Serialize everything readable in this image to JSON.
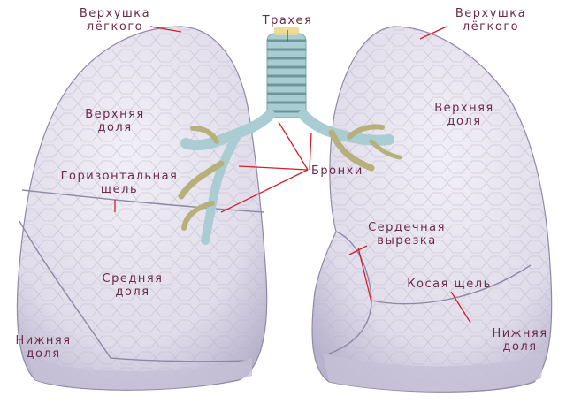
{
  "labels": {
    "apex_left": [
      "Верхушка",
      "лёгкого"
    ],
    "apex_right": [
      "Верхушка",
      "лёгкого"
    ],
    "trachea": [
      "Трахея"
    ],
    "upper_lobe_left": [
      "Верхняя",
      "доля"
    ],
    "upper_lobe_right": [
      "Верхняя",
      "доля"
    ],
    "horizontal_fissure": [
      "Горизонтальная",
      "щель"
    ],
    "bronchi": [
      "Бронхи"
    ],
    "cardiac_notch": [
      "Сердечная",
      "вырезка"
    ],
    "middle_lobe": [
      "Средняя",
      "доля"
    ],
    "oblique_fissure": [
      "Косая щель"
    ],
    "lower_lobe_left": [
      "Нижняя",
      "доля"
    ],
    "lower_lobe_right": [
      "Нижняя",
      "доля"
    ]
  },
  "colors": {
    "label_text": "#6b2a4a",
    "leader_line": "#d0202a",
    "lung_fill": "#e4e1ee",
    "lung_shade": "#c9c4da",
    "lung_edge": "#8e88a6",
    "trachea_ring": "#9fc3c9",
    "bronchus": "#b8b07a"
  }
}
